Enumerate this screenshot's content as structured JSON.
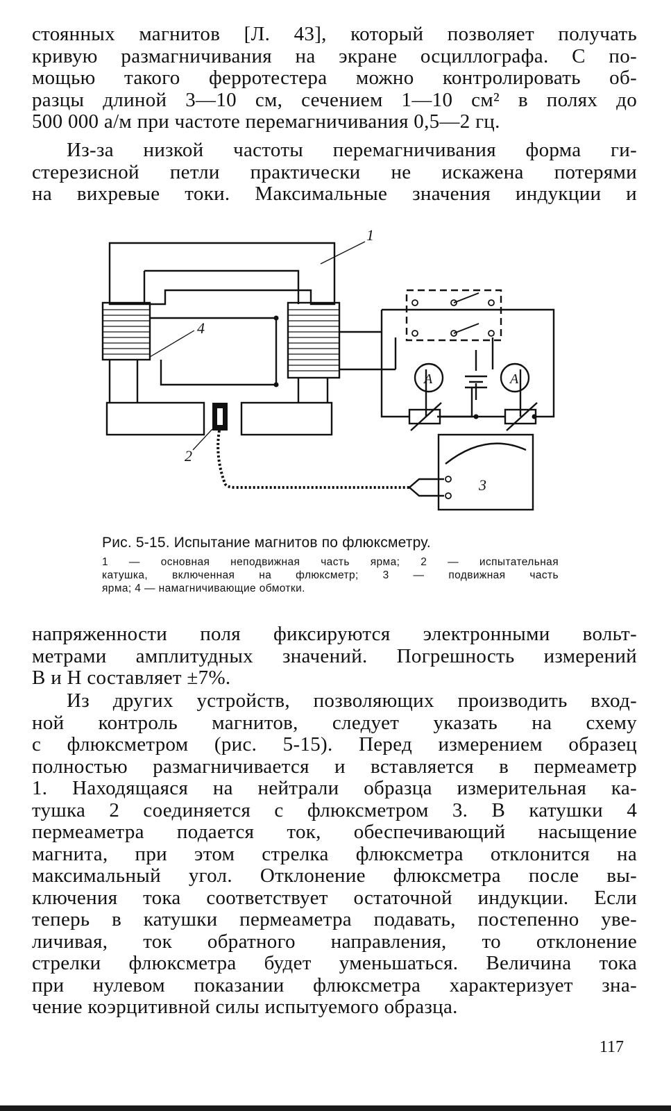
{
  "paragraphs": {
    "p1": [
      "стоянных магнитов [Л. 43], который позволяет получать",
      "кривую размагничивания на экране осциллографа. С по-",
      "мощью такого ферротестера можно контролировать об-",
      "разцы длиной 3—10 см, сечением 1—10 см² в полях до",
      "500 000 а/м при частоте перемагничивания 0,5—2 гц."
    ],
    "p2": [
      "Из-за низкой частоты перемагничивания форма ги-",
      "стерезисной петли практически не искажена потерями",
      "на вихревые токи. Максимальные значения индукции и"
    ],
    "p3": [
      "напряженности поля фиксируются электронными вольт-",
      "метрами амплитудных значений. Погрешность измерений",
      "B и H составляет ±7%."
    ],
    "p4": [
      "Из других устройств, позволяющих производить вход-",
      "ной контроль магнитов, следует указать на схему",
      "с флюксметром (рис. 5-15). Перед измерением образец",
      "полностью размагничивается и вставляется в пермеаметр",
      "1. Находящаяся на нейтрали образца измерительная ка-",
      "тушка 2 соединяется с флюксметром 3. В катушки 4",
      "пермеаметра подается ток, обеспечивающий насыщение",
      "магнита, при этом стрелка флюксметра отклонится на",
      "максимальный угол. Отклонение флюксметра после вы-",
      "ключения тока соответствует остаточной индукции. Если",
      "теперь в катушки пермеаметра подавать, постепенно уве-",
      "личивая, ток обратного направления, то отклонение",
      "стрелки флюксметра будет уменьшаться. Величина тока",
      "при нулевом показании флюксметра характеризует зна-",
      "чение коэрцитивной силы испытуемого образца."
    ]
  },
  "figure": {
    "labels": [
      "1",
      "2",
      "3",
      "4"
    ],
    "meter_symbol": "A"
  },
  "caption": {
    "title": "Рис. 5-15. Испытание магнитов по флюксметру.",
    "legend": [
      "1 — основная неподвижная часть ярма; 2 — испытательная",
      "катушка, включенная на флюксметр; 3 — подвижная часть",
      "ярма; 4 — намагничивающие обмотки."
    ]
  },
  "page_number": "117"
}
